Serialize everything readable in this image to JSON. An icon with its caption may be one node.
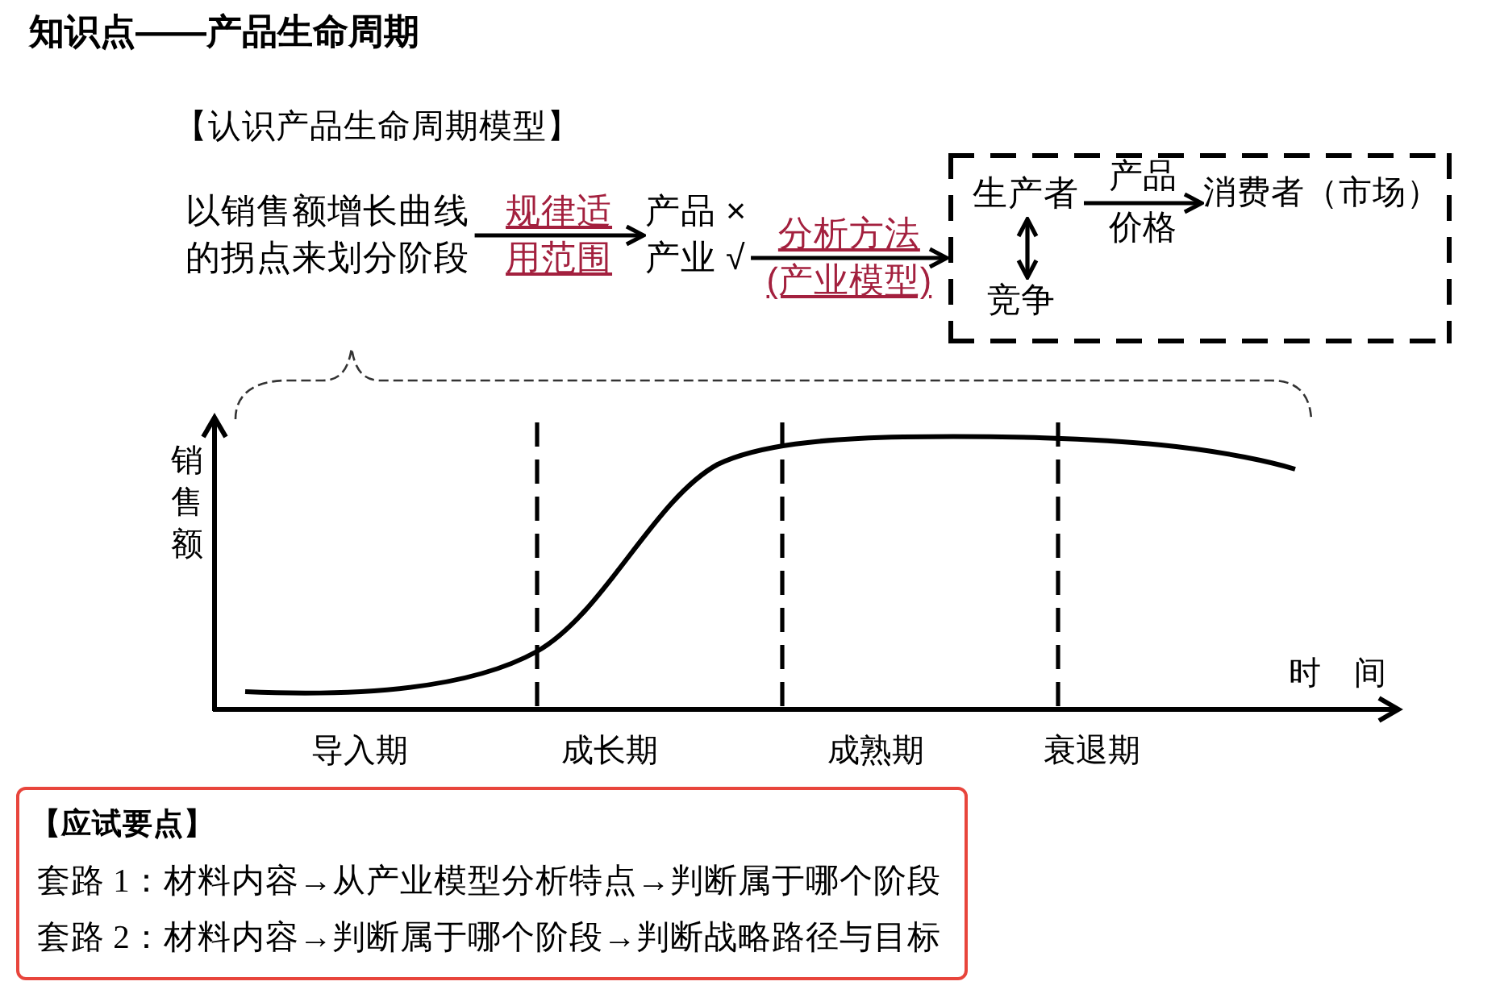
{
  "diagram": {
    "title": "知识点——产品生命周期",
    "nodes": [
      {
        "text": [
          "以销售额增长曲线的拐点来划分阶段"
        ]
      },
      {
        "text": [
          "产品 ×",
          "产业 √"
        ]
      },
      {
        "text": [],
        "shape": "box"
      },
      {
        "text": [
          "生产者"
        ],
        "in": 2
      },
      {
        "text": [
          "消费者（市场）"
        ],
        "in": 2
      },
      {
        "text": [
          "竞争"
        ],
        "in": 2
      },
      {
        "text": [
          "【应试要点】",
          "套路 1：材料内容→从产业模型分析特点→判断属于哪个阶段",
          "套路 2：材料内容→判断属于哪个阶段→判断战略路径与目标"
        ]
      }
    ],
    "edges": [
      {
        "from": 0,
        "to": 1,
        "arrow": "to",
        "label": "规律适用范围"
      },
      {
        "from": 1,
        "to": 2,
        "arrow": "to",
        "label": "分析方法(产业模型)"
      },
      {
        "from": 3,
        "to": 4,
        "arrow": "to",
        "label": "产品价格"
      },
      {
        "from": 3,
        "to": 5,
        "arrow": "both"
      }
    ],
    "labels": [
      "【认识产品生命周期模型】",
      "销售额",
      "时 间",
      "导入期",
      "成长期",
      "成熟期",
      "衰退期"
    ]
  }
}
